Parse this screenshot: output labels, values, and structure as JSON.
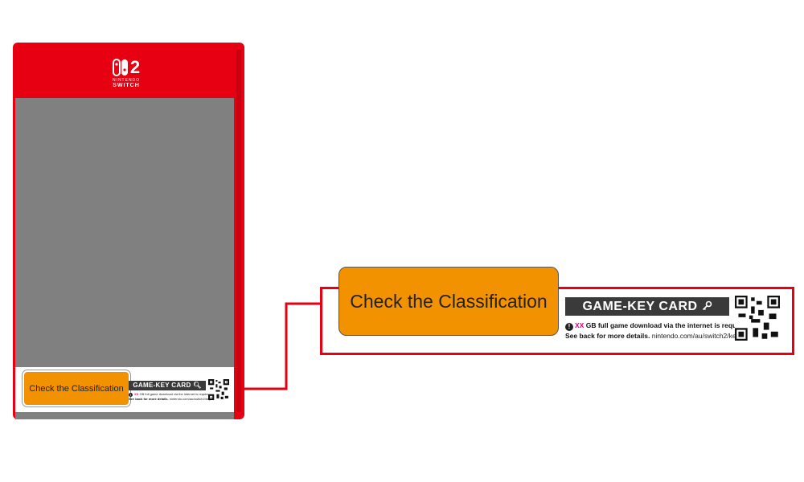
{
  "logo": {
    "line1": "NINTENDO",
    "line2": "SWITCH",
    "number": "2"
  },
  "classification": {
    "label": "Check the Classification"
  },
  "game_key": {
    "title": "GAME-KEY CARD",
    "key_icon": "key-icon",
    "size_placeholder": "XX",
    "download_text": "GB full game download via the internet is required.",
    "details_bold": "See back for more details.",
    "url": "nintendo.com/au/switch2/key-card"
  },
  "colors": {
    "case_red": "#e60012",
    "cover_gray": "#808080",
    "classification_orange": "#f39200",
    "keycard_bar": "#3a3a3a",
    "placeholder_pink": "#e4007f"
  }
}
